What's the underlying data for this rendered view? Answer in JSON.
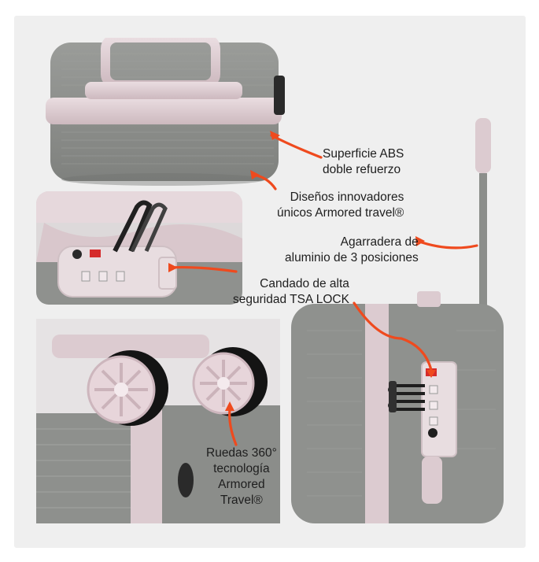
{
  "colors": {
    "shell_grey": "#8d8f8c",
    "trim_pink": "#dccbd0",
    "wheel_black": "#151515",
    "arrow_orange": "#ef4a1e",
    "lock_red": "#d52b2b"
  },
  "callouts": {
    "surface": {
      "line1": "Superficie ABS",
      "line2": "doble refuerzo",
      "icon": "arrow-icon"
    },
    "designs": {
      "line1": "Diseños innovadores",
      "line2": "únicos Armored travel®",
      "icon": "arrow-icon"
    },
    "handle": {
      "line1": "Agarradera de",
      "line2": "aluminio de 3 posiciones",
      "icon": "arrow-icon"
    },
    "lock": {
      "line1": "Candado de alta",
      "line2": "seguridad TSA LOCK",
      "icon": "arrow-icon"
    },
    "wheels": {
      "line1": "Ruedas 360°",
      "line2": "tecnología",
      "line3": "Armored",
      "line4": "Travel®",
      "icon": "arrow-icon"
    }
  }
}
